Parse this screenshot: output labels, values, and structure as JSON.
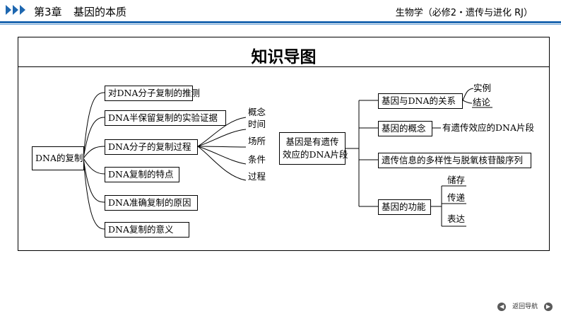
{
  "header": {
    "chapter": "第3章",
    "chapter_name": "基因的本质",
    "book": "生物学（必修2・遗传与进化 RJ）",
    "accent_color": "#1e67b0",
    "icon": "triple-chevron-right-icon"
  },
  "map": {
    "title": "知识导图",
    "dna_root": "DNA的复制",
    "dna_branches": [
      "对DNA分子复制的推测",
      "DNA半保留复制的实验证据",
      "DNA分子的复制过程",
      "DNA复制的特点",
      "DNA准确复制的原因",
      "DNA复制的意义"
    ],
    "process_items": [
      "概念",
      "时间",
      "场所",
      "条件",
      "过程"
    ],
    "gene_root": "基因是有遗传效应的DNA片段",
    "gene_root_line1": "基因是有遗传",
    "gene_root_line2": "效应的DNA片段",
    "gene_branches": {
      "relation": "基因与DNA的关系",
      "relation_items": [
        "实例",
        "结论"
      ],
      "concept": "基因的概念",
      "concept_value": "有遗传效应的DNA片段",
      "diversity": "遗传信息的多样性与脱氧核苷酸序列",
      "function": "基因的功能",
      "function_items": [
        "储存",
        "传递",
        "表达"
      ]
    }
  },
  "footer": {
    "back_nav": "返回导航",
    "prev_icon": "prev-arrow-icon",
    "next_icon": "next-arrow-icon"
  }
}
